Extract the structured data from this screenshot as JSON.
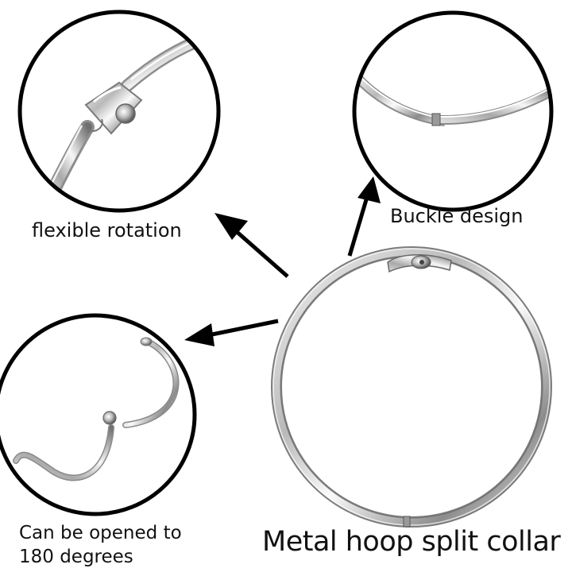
{
  "callouts": {
    "flexible_rotation": "flexible rotation",
    "buckle_design": "Buckle design",
    "opened_180": "Can be opened to\n180 degrees"
  },
  "title": "Metal hoop split collar",
  "colors": {
    "background": "#ffffff",
    "text": "#111111",
    "circle_stroke": "#000000",
    "metal_light": "#f4f4f4",
    "metal_mid": "#b9b9b9",
    "metal_dark": "#6f6f6f"
  },
  "icons": [
    "hinge-detail-photo",
    "buckle-detail-photo",
    "open-ring-photo",
    "main-ring-photo",
    "arrow-icon"
  ]
}
